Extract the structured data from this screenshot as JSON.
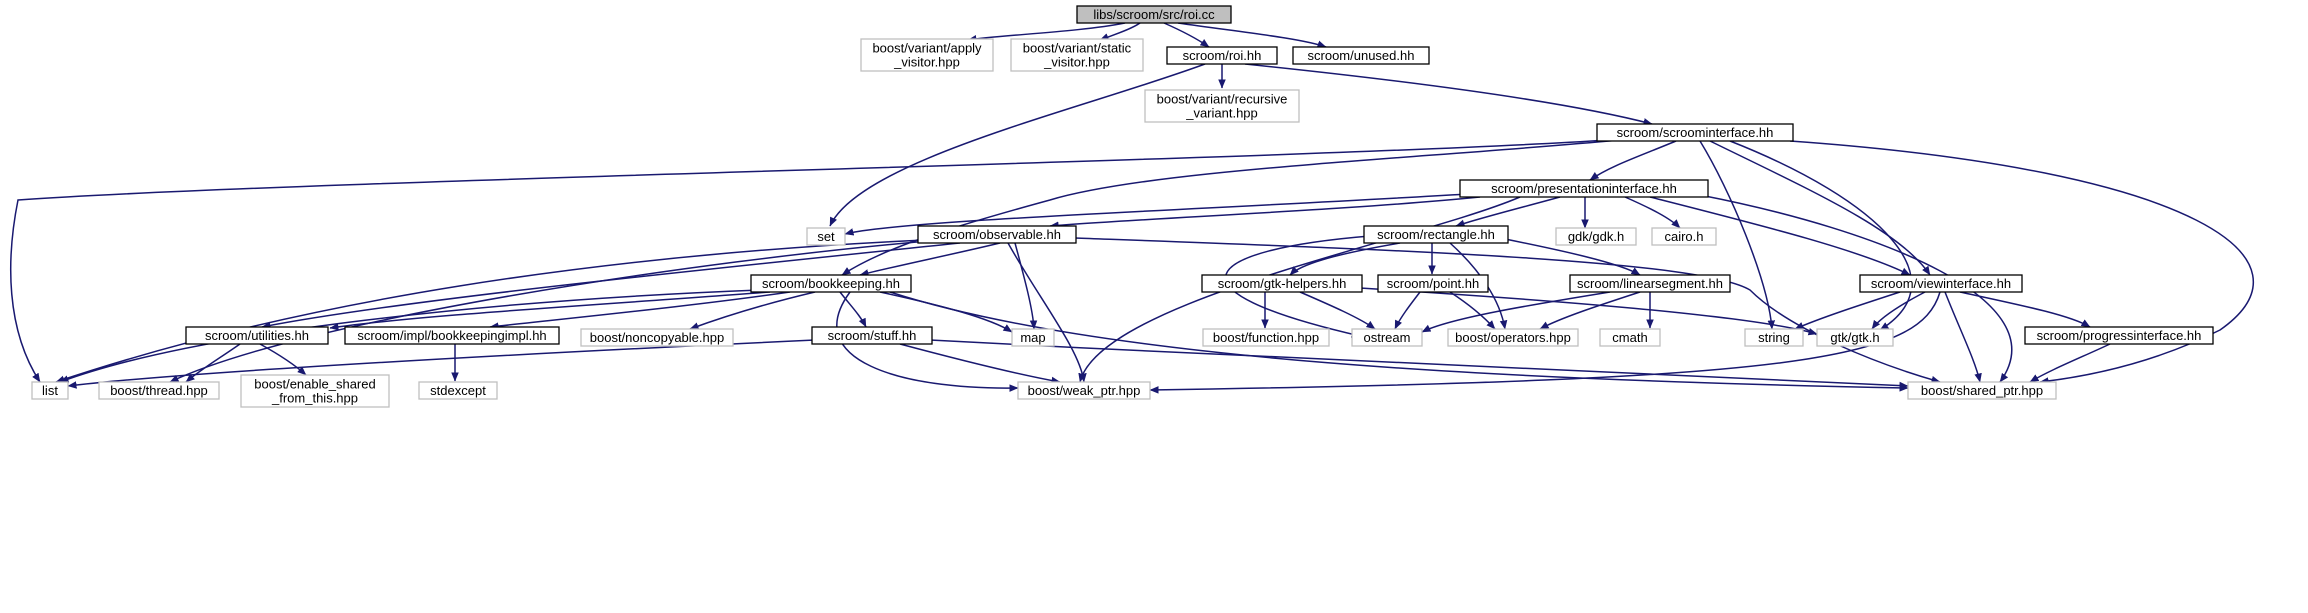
{
  "colors": {
    "edge": "#191970",
    "node_border_internal": "#000000",
    "node_border_external": "#bfbfbf",
    "root_fill": "#bfbfbf",
    "node_fill": "#ffffff",
    "text": "#000000"
  },
  "nodes": [
    {
      "id": "roi_cc",
      "lines": [
        "libs/scroom/src/roi.cc"
      ],
      "kind": "root"
    },
    {
      "id": "apply_visitor",
      "lines": [
        "boost/variant/apply",
        "_visitor.hpp"
      ],
      "kind": "external"
    },
    {
      "id": "static_visitor",
      "lines": [
        "boost/variant/static",
        "_visitor.hpp"
      ],
      "kind": "external"
    },
    {
      "id": "roi_hh",
      "lines": [
        "scroom/roi.hh"
      ],
      "kind": "internal"
    },
    {
      "id": "unused_hh",
      "lines": [
        "scroom/unused.hh"
      ],
      "kind": "internal"
    },
    {
      "id": "recursive_variant",
      "lines": [
        "boost/variant/recursive",
        "_variant.hpp"
      ],
      "kind": "external"
    },
    {
      "id": "scroominterface",
      "lines": [
        "scroom/scroominterface.hh"
      ],
      "kind": "internal"
    },
    {
      "id": "presentationinterface",
      "lines": [
        "scroom/presentationinterface.hh"
      ],
      "kind": "internal"
    },
    {
      "id": "set",
      "lines": [
        "set"
      ],
      "kind": "external"
    },
    {
      "id": "observable",
      "lines": [
        "scroom/observable.hh"
      ],
      "kind": "internal"
    },
    {
      "id": "rectangle",
      "lines": [
        "scroom/rectangle.hh"
      ],
      "kind": "internal"
    },
    {
      "id": "gdk_h",
      "lines": [
        "gdk/gdk.h"
      ],
      "kind": "external"
    },
    {
      "id": "cairo_h",
      "lines": [
        "cairo.h"
      ],
      "kind": "external"
    },
    {
      "id": "bookkeeping",
      "lines": [
        "scroom/bookkeeping.hh"
      ],
      "kind": "internal"
    },
    {
      "id": "gtk_helpers",
      "lines": [
        "scroom/gtk-helpers.hh"
      ],
      "kind": "internal"
    },
    {
      "id": "point",
      "lines": [
        "scroom/point.hh"
      ],
      "kind": "internal"
    },
    {
      "id": "linearsegment",
      "lines": [
        "scroom/linearsegment.hh"
      ],
      "kind": "internal"
    },
    {
      "id": "viewinterface",
      "lines": [
        "scroom/viewinterface.hh"
      ],
      "kind": "internal"
    },
    {
      "id": "utilities",
      "lines": [
        "scroom/utilities.hh"
      ],
      "kind": "internal"
    },
    {
      "id": "bookkeepingimpl",
      "lines": [
        "scroom/impl/bookkeepingimpl.hh"
      ],
      "kind": "internal"
    },
    {
      "id": "noncopyable",
      "lines": [
        "boost/noncopyable.hpp"
      ],
      "kind": "external"
    },
    {
      "id": "stuff",
      "lines": [
        "scroom/stuff.hh"
      ],
      "kind": "internal"
    },
    {
      "id": "map",
      "lines": [
        "map"
      ],
      "kind": "external"
    },
    {
      "id": "function",
      "lines": [
        "boost/function.hpp"
      ],
      "kind": "external"
    },
    {
      "id": "ostream",
      "lines": [
        "ostream"
      ],
      "kind": "external"
    },
    {
      "id": "operators",
      "lines": [
        "boost/operators.hpp"
      ],
      "kind": "external"
    },
    {
      "id": "cmath",
      "lines": [
        "cmath"
      ],
      "kind": "external"
    },
    {
      "id": "string",
      "lines": [
        "string"
      ],
      "kind": "external"
    },
    {
      "id": "gtk_h",
      "lines": [
        "gtk/gtk.h"
      ],
      "kind": "external"
    },
    {
      "id": "progressinterface",
      "lines": [
        "scroom/progressinterface.hh"
      ],
      "kind": "internal"
    },
    {
      "id": "list",
      "lines": [
        "list"
      ],
      "kind": "external"
    },
    {
      "id": "thread",
      "lines": [
        "boost/thread.hpp"
      ],
      "kind": "external"
    },
    {
      "id": "enable_shared",
      "lines": [
        "boost/enable_shared",
        "_from_this.hpp"
      ],
      "kind": "external"
    },
    {
      "id": "stdexcept",
      "lines": [
        "stdexcept"
      ],
      "kind": "external"
    },
    {
      "id": "weak_ptr",
      "lines": [
        "boost/weak_ptr.hpp"
      ],
      "kind": "external"
    },
    {
      "id": "shared_ptr",
      "lines": [
        "boost/shared_ptr.hpp"
      ],
      "kind": "external"
    }
  ],
  "edges": [
    {
      "from": "roi_cc",
      "to": "apply_visitor"
    },
    {
      "from": "roi_cc",
      "to": "static_visitor"
    },
    {
      "from": "roi_cc",
      "to": "roi_hh"
    },
    {
      "from": "roi_cc",
      "to": "unused_hh"
    },
    {
      "from": "roi_hh",
      "to": "set"
    },
    {
      "from": "roi_hh",
      "to": "recursive_variant"
    },
    {
      "from": "roi_hh",
      "to": "scroominterface"
    },
    {
      "from": "scroominterface",
      "to": "list"
    },
    {
      "from": "scroominterface",
      "to": "bookkeeping"
    },
    {
      "from": "scroominterface",
      "to": "presentationinterface"
    },
    {
      "from": "scroominterface",
      "to": "string"
    },
    {
      "from": "scroominterface",
      "to": "viewinterface"
    },
    {
      "from": "scroominterface",
      "to": "gtk_h"
    },
    {
      "from": "scroominterface",
      "to": "shared_ptr"
    },
    {
      "from": "presentationinterface",
      "to": "set"
    },
    {
      "from": "presentationinterface",
      "to": "observable"
    },
    {
      "from": "presentationinterface",
      "to": "weak_ptr"
    },
    {
      "from": "presentationinterface",
      "to": "rectangle"
    },
    {
      "from": "presentationinterface",
      "to": "gdk_h"
    },
    {
      "from": "presentationinterface",
      "to": "cairo_h"
    },
    {
      "from": "presentationinterface",
      "to": "viewinterface"
    },
    {
      "from": "presentationinterface",
      "to": "shared_ptr"
    },
    {
      "from": "observable",
      "to": "list"
    },
    {
      "from": "observable",
      "to": "thread"
    },
    {
      "from": "observable",
      "to": "utilities"
    },
    {
      "from": "observable",
      "to": "bookkeeping"
    },
    {
      "from": "observable",
      "to": "map"
    },
    {
      "from": "observable",
      "to": "weak_ptr"
    },
    {
      "from": "observable",
      "to": "shared_ptr"
    },
    {
      "from": "bookkeeping",
      "to": "list"
    },
    {
      "from": "bookkeeping",
      "to": "utilities"
    },
    {
      "from": "bookkeeping",
      "to": "bookkeepingimpl"
    },
    {
      "from": "bookkeeping",
      "to": "noncopyable"
    },
    {
      "from": "bookkeeping",
      "to": "stuff"
    },
    {
      "from": "bookkeeping",
      "to": "map"
    },
    {
      "from": "bookkeeping",
      "to": "weak_ptr"
    },
    {
      "from": "bookkeeping",
      "to": "shared_ptr"
    },
    {
      "from": "utilities",
      "to": "thread"
    },
    {
      "from": "utilities",
      "to": "enable_shared"
    },
    {
      "from": "bookkeepingimpl",
      "to": "stdexcept"
    },
    {
      "from": "stuff",
      "to": "list"
    },
    {
      "from": "stuff",
      "to": "weak_ptr"
    },
    {
      "from": "stuff",
      "to": "shared_ptr"
    },
    {
      "from": "rectangle",
      "to": "ostream"
    },
    {
      "from": "rectangle",
      "to": "gtk_helpers"
    },
    {
      "from": "rectangle",
      "to": "point"
    },
    {
      "from": "rectangle",
      "to": "operators"
    },
    {
      "from": "rectangle",
      "to": "linearsegment"
    },
    {
      "from": "gtk_helpers",
      "to": "function"
    },
    {
      "from": "gtk_helpers",
      "to": "ostream"
    },
    {
      "from": "gtk_helpers",
      "to": "gtk_h"
    },
    {
      "from": "point",
      "to": "ostream"
    },
    {
      "from": "point",
      "to": "operators"
    },
    {
      "from": "linearsegment",
      "to": "ostream"
    },
    {
      "from": "linearsegment",
      "to": "operators"
    },
    {
      "from": "linearsegment",
      "to": "cmath"
    },
    {
      "from": "viewinterface",
      "to": "string"
    },
    {
      "from": "viewinterface",
      "to": "gtk_h"
    },
    {
      "from": "viewinterface",
      "to": "progressinterface"
    },
    {
      "from": "viewinterface",
      "to": "weak_ptr"
    },
    {
      "from": "viewinterface",
      "to": "shared_ptr"
    },
    {
      "from": "progressinterface",
      "to": "shared_ptr"
    }
  ]
}
